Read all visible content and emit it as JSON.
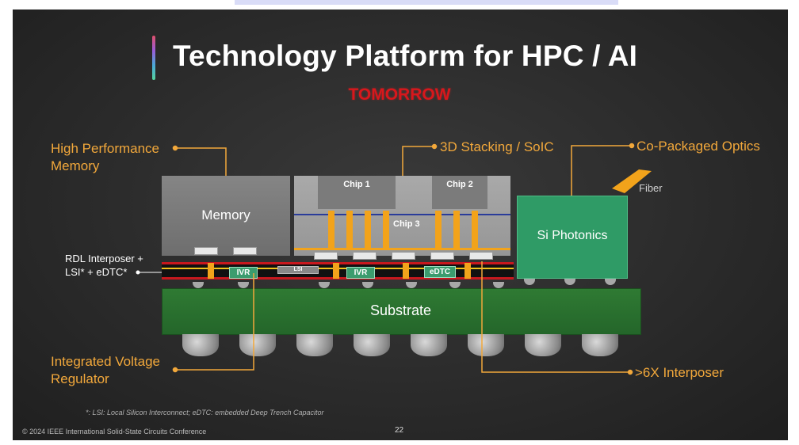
{
  "slide": {
    "title": "Technology Platform for HPC / AI",
    "subtitle": "TOMORROW",
    "page_number": "22",
    "copyright": "© 2024 IEEE International Solid-State Circuits Conference",
    "footnote": "*: LSI: Local Silicon Interconnect; eDTC: embedded Deep Trench Capacitor"
  },
  "callouts": {
    "hbm": [
      "High Performance",
      "Memory"
    ],
    "stacking": "3D Stacking / SoIC",
    "cpo": "Co-Packaged Optics",
    "rdl": [
      "RDL Interposer +",
      "LSI* + eDTC*"
    ],
    "ivr": [
      "Integrated Voltage",
      "Regulator"
    ],
    "interposer": ">6X Interposer",
    "fiber": "Fiber"
  },
  "blocks": {
    "memory": "Memory",
    "chip1": "Chip 1",
    "chip2": "Chip 2",
    "chip3": "Chip 3",
    "photonics": "Si Photonics",
    "substrate": "Substrate",
    "ivr1": "IVR",
    "ivr2": "IVR",
    "lsi": "LSI",
    "edtc": "eDTC"
  },
  "colors": {
    "callout": "#f2a83b",
    "subtitle": "#d8171c",
    "substrate": "#2f7a33",
    "photonics": "#2f9b66",
    "via": "#f2a31b"
  }
}
